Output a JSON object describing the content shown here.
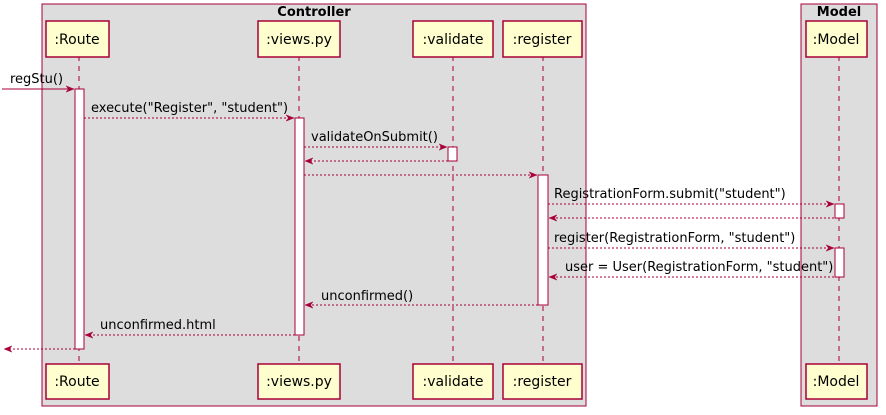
{
  "groups": [
    {
      "id": "controller",
      "title": "Controller"
    },
    {
      "id": "model",
      "title": "Model"
    }
  ],
  "participants": [
    {
      "id": "route",
      "label": ":Route"
    },
    {
      "id": "views",
      "label": ":views.py"
    },
    {
      "id": "validate",
      "label": ":validate"
    },
    {
      "id": "register",
      "label": ":register"
    },
    {
      "id": "model",
      "label": ":Model"
    }
  ],
  "messages": [
    {
      "id": "m1",
      "label": "regStu()",
      "from": "external",
      "to": "route",
      "style": "solid"
    },
    {
      "id": "m2",
      "label": "execute(\"Register\", \"student\")",
      "from": "route",
      "to": "views",
      "style": "dashed"
    },
    {
      "id": "m3",
      "label": "validateOnSubmit()",
      "from": "views",
      "to": "validate",
      "style": "dashed"
    },
    {
      "id": "m4",
      "label": "",
      "from": "validate",
      "to": "views",
      "style": "dashed"
    },
    {
      "id": "m5",
      "label": "",
      "from": "views",
      "to": "register",
      "style": "dashed"
    },
    {
      "id": "m6",
      "label": "RegistrationForm.submit(\"student\")",
      "from": "register",
      "to": "model",
      "style": "dashed"
    },
    {
      "id": "m7",
      "label": "",
      "from": "model",
      "to": "register",
      "style": "dashed"
    },
    {
      "id": "m8",
      "label": "register(RegistrationForm, \"student\")",
      "from": "register",
      "to": "model",
      "style": "dashed"
    },
    {
      "id": "m9",
      "label": "user = User(RegistrationForm, \"student\")",
      "from": "model",
      "to": "register",
      "style": "dashed"
    },
    {
      "id": "m10",
      "label": "unconfirmed()",
      "from": "register",
      "to": "views",
      "style": "dashed"
    },
    {
      "id": "m11",
      "label": "unconfirmed.html",
      "from": "views",
      "to": "route",
      "style": "dashed"
    },
    {
      "id": "m12",
      "label": "",
      "from": "route",
      "to": "external",
      "style": "dashed"
    }
  ],
  "colors": {
    "border": "#A80036",
    "participant_fill": "#FEFECE",
    "group_fill": "#DDDDDD",
    "activation_fill": "#FFFFFF"
  }
}
